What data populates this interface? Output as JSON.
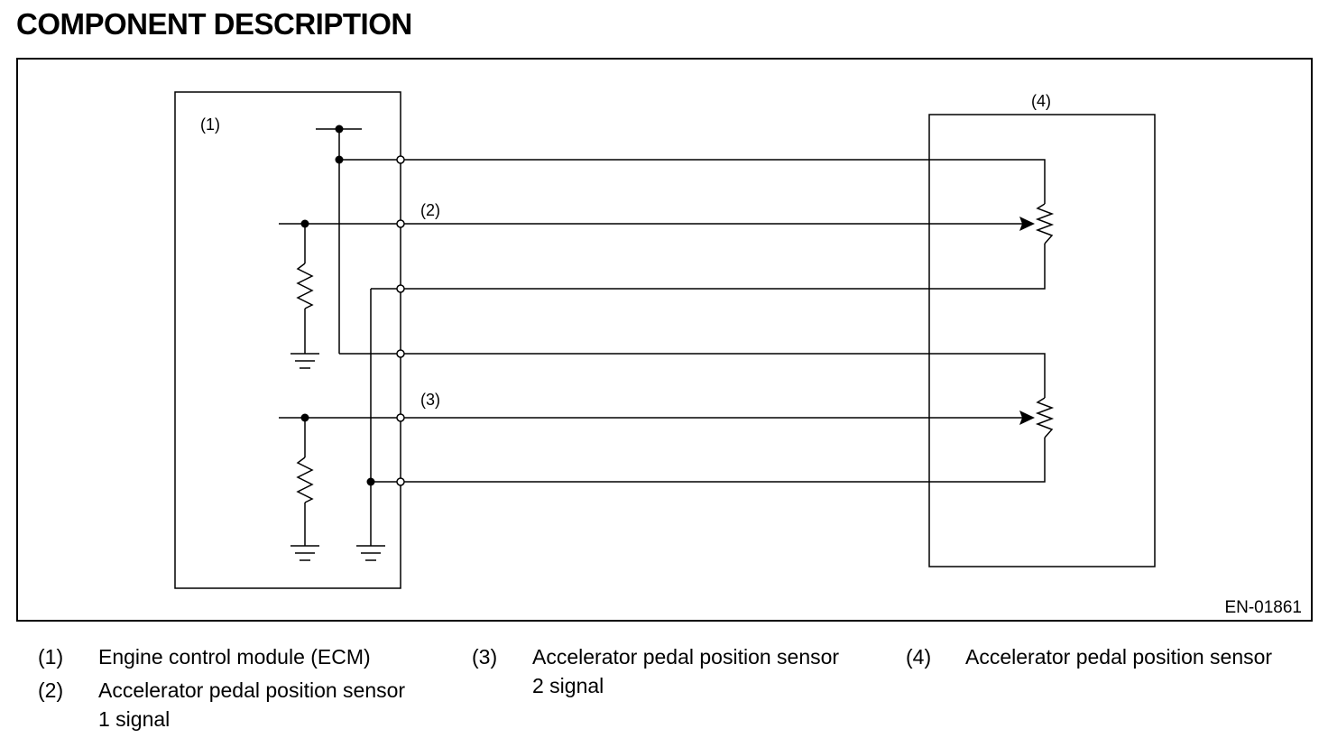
{
  "title": "COMPONENT DESCRIPTION",
  "diagram": {
    "label_ecm": "(1)",
    "label_sensor1_signal": "(2)",
    "label_sensor2_signal": "(3)",
    "label_sensor": "(4)",
    "figure_code": "EN-01861"
  },
  "legend": [
    {
      "num": "(1)",
      "lines": [
        "Engine control module (ECM)"
      ]
    },
    {
      "num": "(2)",
      "lines": [
        "Accelerator pedal position sensor",
        "1 signal"
      ]
    },
    {
      "num": "(3)",
      "lines": [
        "Accelerator pedal position sensor",
        "2 signal"
      ]
    },
    {
      "num": "(4)",
      "lines": [
        "Accelerator pedal position sensor"
      ]
    }
  ]
}
